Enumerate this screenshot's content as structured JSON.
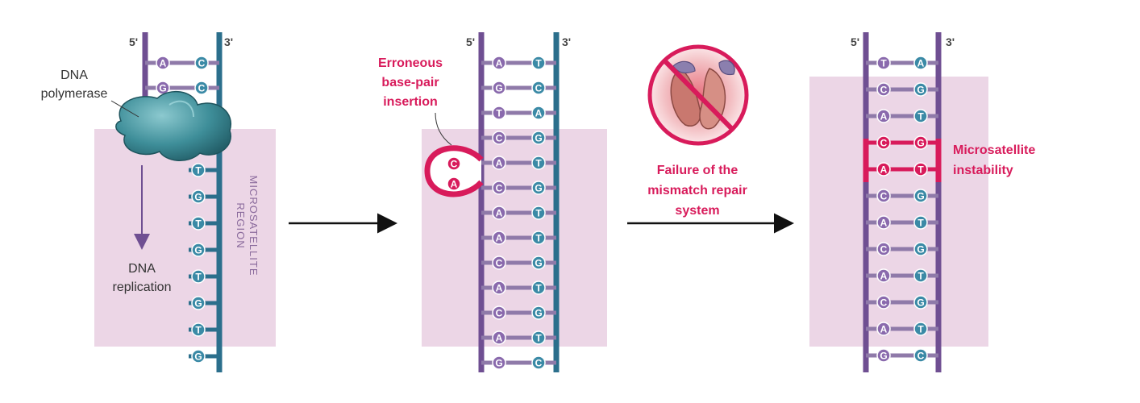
{
  "colors": {
    "background": "#ffffff",
    "region_fill": "#ecd6e6",
    "purple_strand": "#6f4f92",
    "teal_strand": "#2b6f8c",
    "purple_node": "#8a6aad",
    "teal_node": "#3b8aa6",
    "highlight": "#d81b5b",
    "polymerase": "#3e8e99",
    "arrow": "#111111",
    "label_text": "#333333"
  },
  "panel1": {
    "strand_left_label": "5'",
    "strand_right_label": "3'",
    "polymerase_label_line1": "DNA",
    "polymerase_label_line2": "polymerase",
    "replication_label_line1": "DNA",
    "replication_label_line2": "replication",
    "region_label_line1": "MICROSATELLITE",
    "region_label_line2": "REGION",
    "top_pairs": [
      [
        "A",
        "C"
      ],
      [
        "G",
        "C"
      ]
    ],
    "bottom_bases": [
      "G",
      "T",
      "G",
      "T",
      "G",
      "T",
      "G",
      "T",
      "G"
    ]
  },
  "panel2": {
    "strand_left_label": "5'",
    "strand_right_label": "3'",
    "title_line1": "Erroneous",
    "title_line2": "base-pair",
    "title_line3": "insertion",
    "pairs": [
      [
        "A",
        "T"
      ],
      [
        "G",
        "C"
      ],
      [
        "T",
        "A"
      ],
      [
        "C",
        "G"
      ],
      [
        "A",
        "T"
      ],
      [
        "C",
        "G"
      ],
      [
        "A",
        "T"
      ],
      [
        "A",
        "T"
      ],
      [
        "C",
        "G"
      ],
      [
        "A",
        "T"
      ],
      [
        "C",
        "G"
      ],
      [
        "A",
        "T"
      ],
      [
        "G",
        "C"
      ]
    ],
    "loop_bases": [
      "C",
      "A"
    ]
  },
  "panel3": {
    "label_line1": "Failure of the",
    "label_line2": "mismatch repair",
    "label_line3": "system",
    "icon": "prohibited-protein-icon"
  },
  "panel4": {
    "strand_left_label": "5'",
    "strand_right_label": "3'",
    "label_line1": "Microsatellite",
    "label_line2": "instability",
    "pairs": [
      [
        "T",
        "A"
      ],
      [
        "C",
        "G"
      ],
      [
        "A",
        "T"
      ],
      [
        "C",
        "G"
      ],
      [
        "A",
        "T"
      ],
      [
        "C",
        "G"
      ],
      [
        "A",
        "T"
      ],
      [
        "C",
        "G"
      ],
      [
        "A",
        "T"
      ],
      [
        "C",
        "G"
      ],
      [
        "A",
        "T"
      ],
      [
        "G",
        "C"
      ]
    ],
    "highlight_pair_indices": [
      3,
      4
    ]
  }
}
